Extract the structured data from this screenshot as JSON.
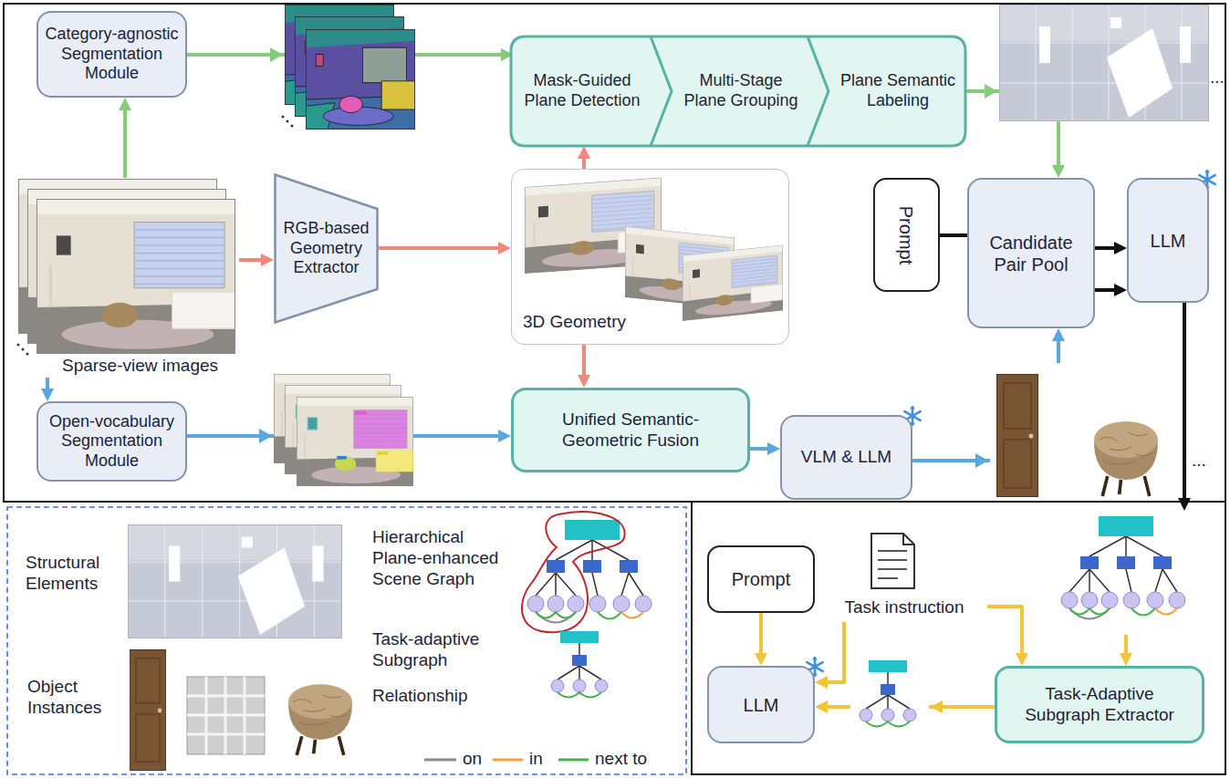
{
  "diagram": {
    "nodes": [
      {
        "text": [
          "Category-agnostic Segmentation Module"
        ]
      },
      {
        "text": [
          "Mask-Guided Plane Detection"
        ]
      },
      {
        "text": [
          "Multi-Stage Plane Grouping"
        ]
      },
      {
        "text": [
          "Plane Semantic Labeling"
        ]
      },
      {
        "text": [
          "Sparse-view images"
        ]
      },
      {
        "text": [
          "RGB-based Geometry Extractor"
        ]
      },
      {
        "text": [
          "3D Geometry"
        ]
      },
      {
        "text": [
          "Prompt"
        ]
      },
      {
        "text": [
          "Candidate Pair Pool"
        ]
      },
      {
        "text": [
          "LLM"
        ]
      },
      {
        "text": [
          "Open-vocabulary Segmentation Module"
        ]
      },
      {
        "text": [
          "Unified Semantic-Geometric Fusion"
        ]
      },
      {
        "text": [
          "VLM & LLM"
        ]
      },
      {
        "text": [
          "Prompt"
        ]
      },
      {
        "text": [
          "Task instruction"
        ]
      },
      {
        "text": [
          "LLM"
        ]
      },
      {
        "text": [
          "Task-Adaptive Subgraph Extractor"
        ]
      }
    ],
    "edges": [
      {
        "from": 4,
        "to": 0,
        "arrow": "to"
      },
      {
        "from": 0,
        "to": 1,
        "arrow": "to"
      },
      {
        "from": 3,
        "to": 8,
        "arrow": "to"
      },
      {
        "from": 6,
        "to": 1,
        "arrow": "to"
      },
      {
        "from": 4,
        "to": 5,
        "arrow": "to"
      },
      {
        "from": 5,
        "to": 6,
        "arrow": "to"
      },
      {
        "from": 6,
        "to": 11,
        "arrow": "to"
      },
      {
        "from": 4,
        "to": 10,
        "arrow": "to"
      },
      {
        "from": 10,
        "to": 11,
        "arrow": "to"
      },
      {
        "from": 11,
        "to": 12,
        "arrow": "to"
      },
      {
        "from": 12,
        "to": 8,
        "arrow": "to"
      },
      {
        "from": 7,
        "to": 8,
        "arrow": "none"
      },
      {
        "from": 8,
        "to": 9,
        "arrow": "to"
      },
      {
        "from": 8,
        "to": 9,
        "arrow": "to"
      },
      {
        "from": 9,
        "to": 16,
        "arrow": "to"
      },
      {
        "from": 13,
        "to": 15,
        "arrow": "to"
      },
      {
        "from": 14,
        "to": 15,
        "arrow": "to"
      },
      {
        "from": 14,
        "to": 16,
        "arrow": "to"
      },
      {
        "from": 16,
        "to": 15,
        "arrow": "to"
      }
    ],
    "labels": [
      "...",
      "...",
      "Structural Elements",
      "Object Instances",
      "Hierarchical Plane-enhanced Scene Graph",
      "Task-adaptive Subgraph",
      "Relationship"
    ],
    "legend": [
      {
        "text": "on"
      },
      {
        "text": "in"
      },
      {
        "text": "next to"
      }
    ]
  }
}
